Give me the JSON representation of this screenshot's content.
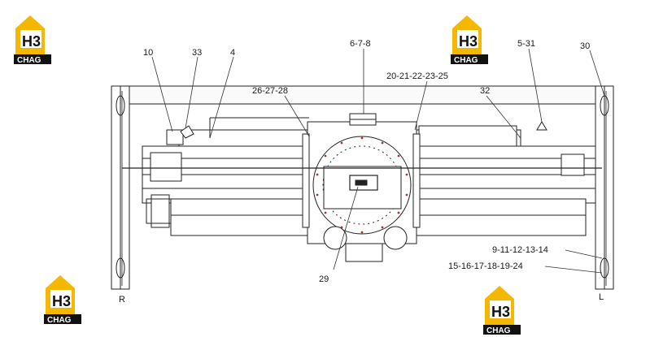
{
  "diagram": {
    "part_labels": {
      "p10": "10",
      "p33": "33",
      "p4": "4",
      "p678": "6-7-8",
      "p531": "5-31",
      "p30": "30",
      "p262728": "26-27-28",
      "p2025": "20-21-22-23-25",
      "p32": "32",
      "p29": "29",
      "p914": "9-11-12-13-14",
      "p1524": "15-16-17-18-19-24"
    },
    "side_labels": {
      "right": "R",
      "left": "L"
    }
  },
  "watermark": {
    "brand_letters": "H3",
    "brand_sub": "CHAG",
    "color_yellow": "#f5b800",
    "color_black": "#111111"
  }
}
